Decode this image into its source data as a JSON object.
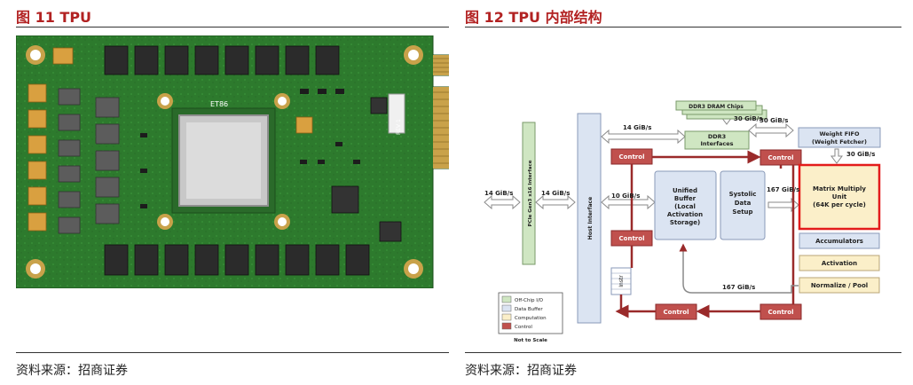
{
  "left_figure": {
    "title": "图 11 TPU",
    "source": "资料来源：招商证券",
    "board_chip_label": "ET86",
    "board_rev_label": "REV 1"
  },
  "right_figure": {
    "title": "图 12 TPU 内部结构",
    "source": "资料来源：招商证券",
    "blocks": {
      "pcie": "PCIe Gen3 x16 Interface",
      "host": "Host Interface",
      "dram_chips": "DDR3 DRAM Chips",
      "ddr3_if_1": "DDR3",
      "ddr3_if_2": "Interfaces",
      "weight_fifo_1": "Weight FIFO",
      "weight_fifo_2": "(Weight Fetcher)",
      "control": "Control",
      "unified_1": "Unified",
      "unified_2": "Buffer",
      "unified_3": "(Local",
      "unified_4": "Activation",
      "unified_5": "Storage)",
      "systolic_1": "Systolic",
      "systolic_2": "Data",
      "systolic_3": "Setup",
      "mmu_1": "Matrix Multiply",
      "mmu_2": "Unit",
      "mmu_3": "(64K per cycle)",
      "accumulators": "Accumulators",
      "activation": "Activation",
      "normalize": "Normalize / Pool",
      "instr": "Instr"
    },
    "bandwidths": {
      "pcie_ext": "14 GiB/s",
      "pcie_host": "14 GiB/s",
      "host_ddr": "14 GiB/s",
      "ddr_chip": "30 GiB/s",
      "ddr_fifo": "30 GiB/s",
      "fifo_mmu": "30 GiB/s",
      "host_unified": "10 GiB/s",
      "systolic_mmu": "167 GiB/s",
      "return": "167 GiB/s"
    },
    "legend": {
      "items": [
        {
          "label": "Off-Chip I/O",
          "color": "#cfe6c2"
        },
        {
          "label": "Data Buffer",
          "color": "#dbe4f2"
        },
        {
          "label": "Computation",
          "color": "#fbefc9"
        },
        {
          "label": "Control",
          "color": "#c0504d"
        }
      ],
      "note": "Not to Scale"
    }
  }
}
